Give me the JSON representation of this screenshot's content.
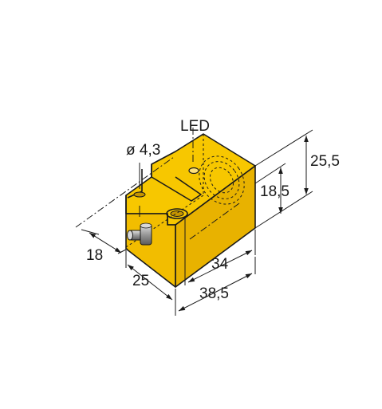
{
  "labels": {
    "led": "LED",
    "hole_diameter": "ø 4,3",
    "height_total": "25,5",
    "height_face": "18,5",
    "depth": "18",
    "width": "25",
    "length_inner": "34",
    "length_total": "38,5"
  },
  "colors": {
    "housing_top": "#f7c700",
    "housing_front": "#f2bd00",
    "housing_side": "#e8b200",
    "outline": "#1a1a1a",
    "connector": "#b5b5b5"
  }
}
